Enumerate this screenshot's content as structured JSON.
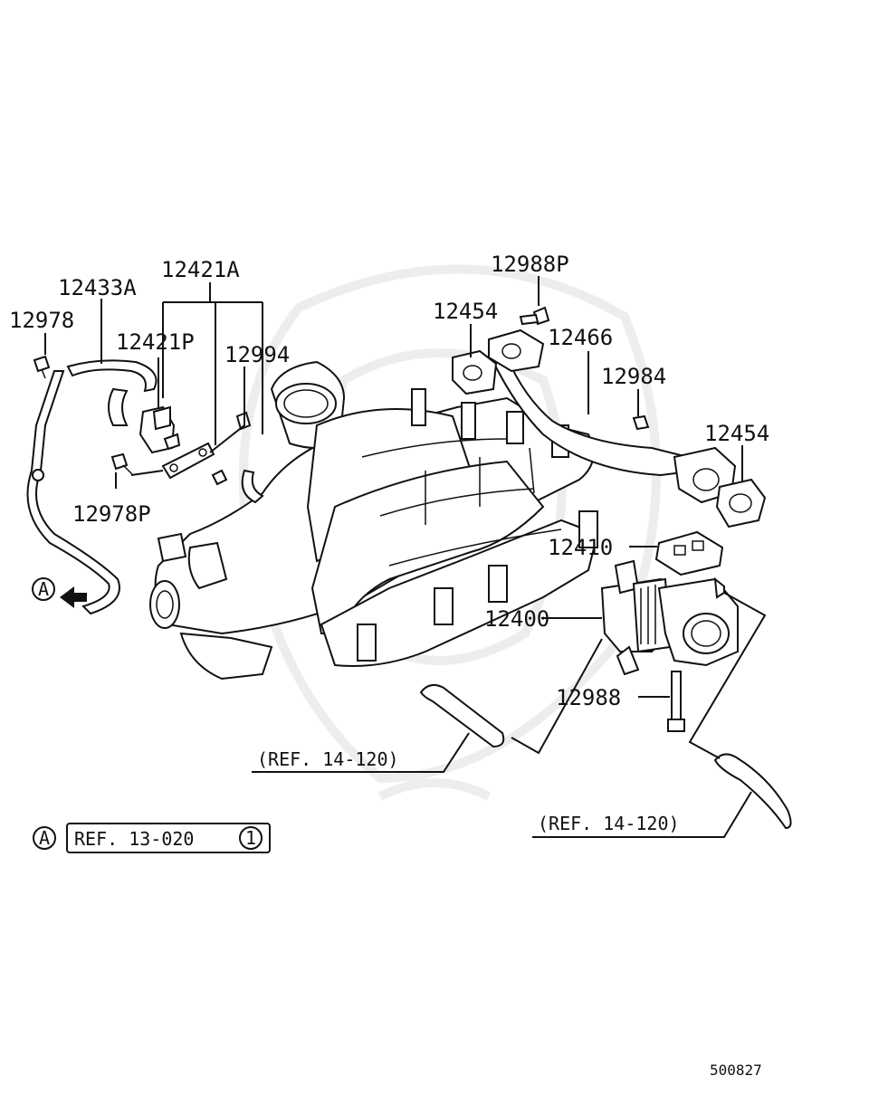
{
  "diagram": {
    "part_labels": {
      "p12421A": "12421A",
      "p12433A": "12433A",
      "p12978": "12978",
      "p12421P": "12421P",
      "p12994": "12994",
      "p12978P": "12978P",
      "p12988P": "12988P",
      "p12454_top": "12454",
      "p12466": "12466",
      "p12984": "12984",
      "p12454_right": "12454",
      "p12410": "12410",
      "p12400": "12400",
      "p12988": "12988"
    },
    "references": {
      "ref_left": "(REF. 14-120)",
      "ref_right": "(REF. 14-120)",
      "ref_box": "REF. 13-020",
      "ref_box_index": "1"
    },
    "markers": {
      "a_arrow": "A",
      "a_legend": "A"
    },
    "diagram_code": "500827"
  }
}
